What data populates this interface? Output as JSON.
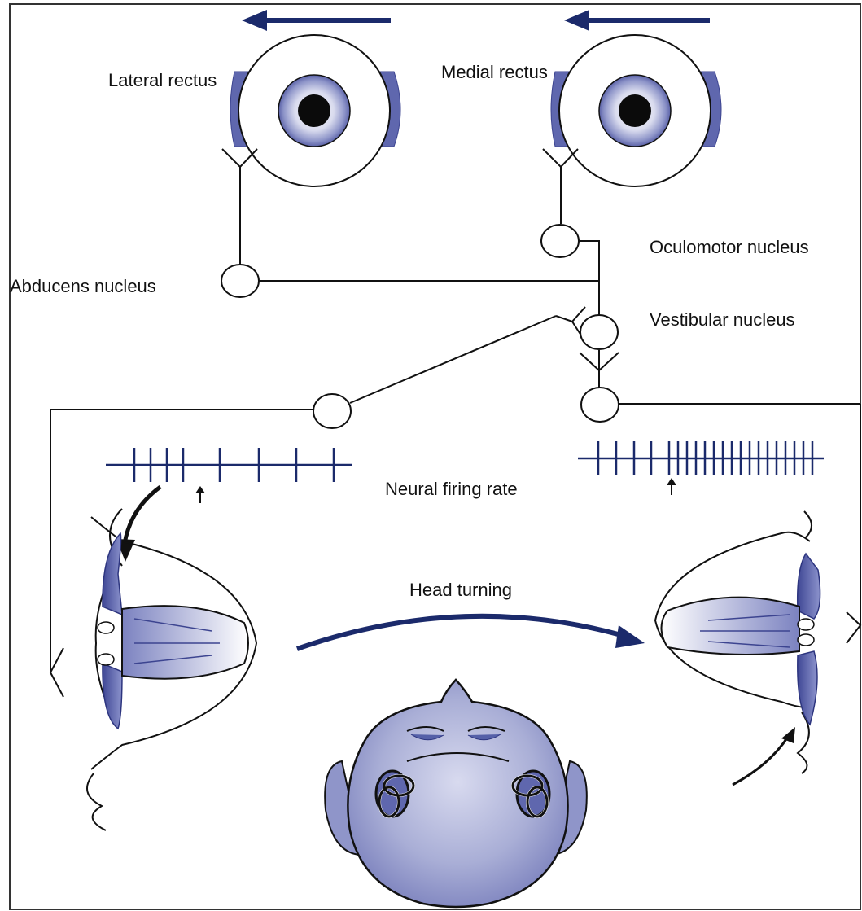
{
  "labels": {
    "lateral_rectus": "Lateral rectus",
    "medial_rectus": "Medial rectus",
    "oculomotor_nucleus": "Oculomotor nucleus",
    "abducens_nucleus": "Abducens nucleus",
    "vestibular_nucleus": "Vestibular nucleus",
    "neural_firing_rate": "Neural firing rate",
    "head_turning": "Head turning"
  },
  "colors": {
    "navy": "#1b2a6b",
    "muscle_blue": "#5560a8",
    "head_fill": "#a6abd4",
    "line": "#111111"
  },
  "icons": [
    "arrow-left-icon",
    "eye-icon",
    "head-icon",
    "semicircular-canal-icon"
  ]
}
